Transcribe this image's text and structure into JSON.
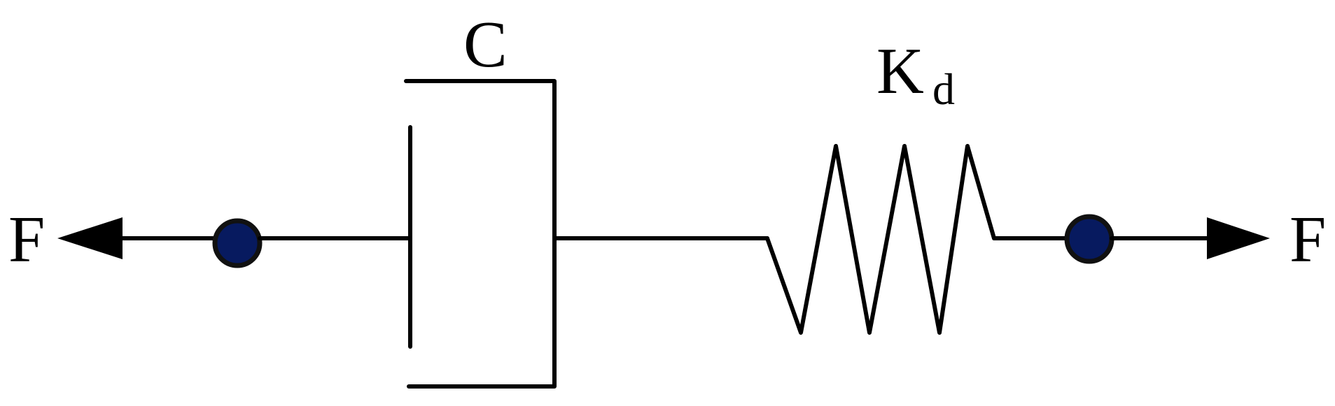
{
  "labels": {
    "force_left": "F",
    "force_right": "F",
    "damper": "C",
    "spring_main": "K",
    "spring_sub": "d"
  },
  "colors": {
    "line": "#000000",
    "node_fill": "#071a5f",
    "node_stroke": "#111111",
    "background": "#ffffff"
  },
  "icons": {
    "left_arrow": "left-force-arrow-icon",
    "right_arrow": "right-force-arrow-icon",
    "left_node": "left-node-icon",
    "right_node": "right-node-icon"
  }
}
